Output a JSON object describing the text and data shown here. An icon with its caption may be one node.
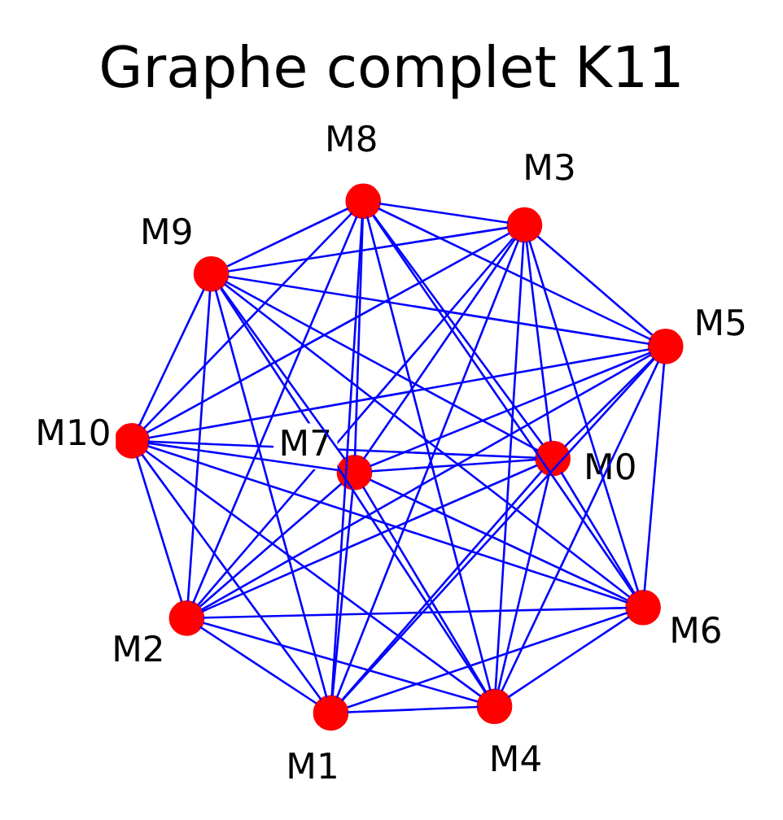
{
  "diagram": {
    "title": "Graphe complet K11",
    "nodes": [
      {
        "text": [],
        "shape": "circle",
        "beside": [
          "M0"
        ]
      },
      {
        "text": [],
        "shape": "circle",
        "beside": [
          "M1"
        ]
      },
      {
        "text": [],
        "shape": "circle",
        "beside": [
          "M2"
        ]
      },
      {
        "text": [],
        "shape": "circle",
        "beside": [
          "M3"
        ]
      },
      {
        "text": [],
        "shape": "circle",
        "beside": [
          "M4"
        ]
      },
      {
        "text": [],
        "shape": "circle",
        "beside": [
          "M5"
        ]
      },
      {
        "text": [],
        "shape": "circle",
        "beside": [
          "M6"
        ]
      },
      {
        "text": [],
        "shape": "circle",
        "beside": [
          "M7"
        ]
      },
      {
        "text": [],
        "shape": "circle",
        "beside": [
          "M8"
        ]
      },
      {
        "text": [],
        "shape": "circle",
        "beside": [
          "M9"
        ]
      },
      {
        "text": [],
        "shape": "circle",
        "beside": [
          "M10"
        ]
      }
    ],
    "edges": [
      {
        "from": 0,
        "to": 1,
        "arrow": "none"
      },
      {
        "from": 0,
        "to": 2,
        "arrow": "none"
      },
      {
        "from": 0,
        "to": 3,
        "arrow": "none"
      },
      {
        "from": 0,
        "to": 4,
        "arrow": "none"
      },
      {
        "from": 0,
        "to": 5,
        "arrow": "none"
      },
      {
        "from": 0,
        "to": 6,
        "arrow": "none"
      },
      {
        "from": 0,
        "to": 7,
        "arrow": "none"
      },
      {
        "from": 0,
        "to": 8,
        "arrow": "none"
      },
      {
        "from": 0,
        "to": 9,
        "arrow": "none"
      },
      {
        "from": 0,
        "to": 10,
        "arrow": "none"
      },
      {
        "from": 1,
        "to": 2,
        "arrow": "none"
      },
      {
        "from": 1,
        "to": 3,
        "arrow": "none"
      },
      {
        "from": 1,
        "to": 4,
        "arrow": "none"
      },
      {
        "from": 1,
        "to": 5,
        "arrow": "none"
      },
      {
        "from": 1,
        "to": 6,
        "arrow": "none"
      },
      {
        "from": 1,
        "to": 7,
        "arrow": "none"
      },
      {
        "from": 1,
        "to": 8,
        "arrow": "none"
      },
      {
        "from": 1,
        "to": 9,
        "arrow": "none"
      },
      {
        "from": 1,
        "to": 10,
        "arrow": "none"
      },
      {
        "from": 2,
        "to": 3,
        "arrow": "none"
      },
      {
        "from": 2,
        "to": 4,
        "arrow": "none"
      },
      {
        "from": 2,
        "to": 5,
        "arrow": "none"
      },
      {
        "from": 2,
        "to": 6,
        "arrow": "none"
      },
      {
        "from": 2,
        "to": 7,
        "arrow": "none"
      },
      {
        "from": 2,
        "to": 8,
        "arrow": "none"
      },
      {
        "from": 2,
        "to": 9,
        "arrow": "none"
      },
      {
        "from": 2,
        "to": 10,
        "arrow": "none"
      },
      {
        "from": 3,
        "to": 4,
        "arrow": "none"
      },
      {
        "from": 3,
        "to": 5,
        "arrow": "none"
      },
      {
        "from": 3,
        "to": 6,
        "arrow": "none"
      },
      {
        "from": 3,
        "to": 7,
        "arrow": "none"
      },
      {
        "from": 3,
        "to": 8,
        "arrow": "none"
      },
      {
        "from": 3,
        "to": 9,
        "arrow": "none"
      },
      {
        "from": 3,
        "to": 10,
        "arrow": "none"
      },
      {
        "from": 4,
        "to": 5,
        "arrow": "none"
      },
      {
        "from": 4,
        "to": 6,
        "arrow": "none"
      },
      {
        "from": 4,
        "to": 7,
        "arrow": "none"
      },
      {
        "from": 4,
        "to": 8,
        "arrow": "none"
      },
      {
        "from": 4,
        "to": 9,
        "arrow": "none"
      },
      {
        "from": 4,
        "to": 10,
        "arrow": "none"
      },
      {
        "from": 5,
        "to": 6,
        "arrow": "none"
      },
      {
        "from": 5,
        "to": 7,
        "arrow": "none"
      },
      {
        "from": 5,
        "to": 8,
        "arrow": "none"
      },
      {
        "from": 5,
        "to": 9,
        "arrow": "none"
      },
      {
        "from": 5,
        "to": 10,
        "arrow": "none"
      },
      {
        "from": 6,
        "to": 7,
        "arrow": "none"
      },
      {
        "from": 6,
        "to": 8,
        "arrow": "none"
      },
      {
        "from": 6,
        "to": 9,
        "arrow": "none"
      },
      {
        "from": 6,
        "to": 10,
        "arrow": "none"
      },
      {
        "from": 7,
        "to": 8,
        "arrow": "none"
      },
      {
        "from": 7,
        "to": 9,
        "arrow": "none"
      },
      {
        "from": 7,
        "to": 10,
        "arrow": "none"
      },
      {
        "from": 8,
        "to": 9,
        "arrow": "none"
      },
      {
        "from": 8,
        "to": 10,
        "arrow": "none"
      },
      {
        "from": 9,
        "to": 10,
        "arrow": "none"
      }
    ]
  }
}
